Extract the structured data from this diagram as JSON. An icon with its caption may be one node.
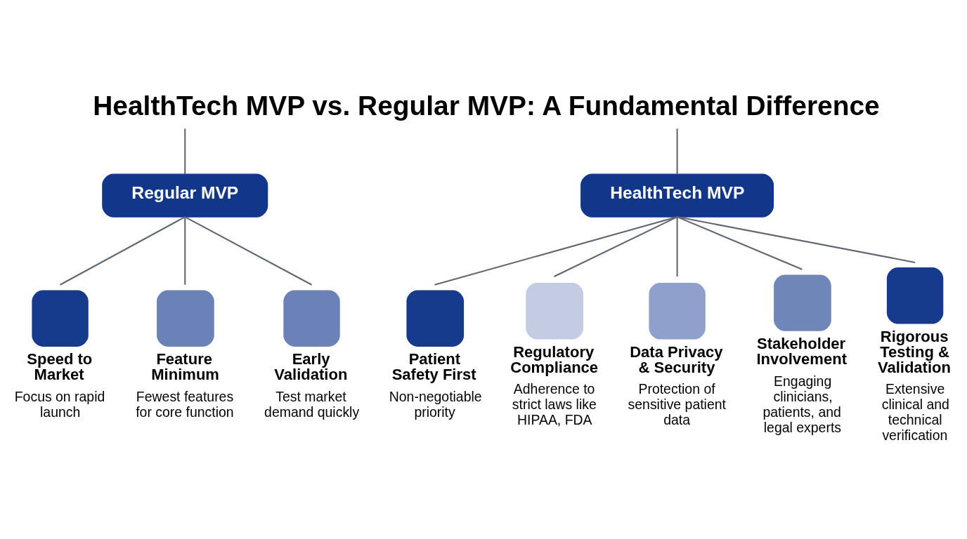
{
  "diagram": {
    "title": "HealthTech MVP vs. Regular MVP: A Fundamental Difference",
    "nodes": [
      {
        "text": [
          "Regular MVP"
        ]
      },
      {
        "text": [
          "HealthTech MVP"
        ]
      },
      {
        "text": [
          "Speed to Market",
          "Focus on rapid launch"
        ]
      },
      {
        "text": [
          "Feature Minimum",
          "Fewest features for core function"
        ]
      },
      {
        "text": [
          "Early Validation",
          "Test market demand quickly"
        ]
      },
      {
        "text": [
          "Patient Safety First",
          "Non-negotiable priority"
        ]
      },
      {
        "text": [
          "Regulatory Compliance",
          "Adherence to strict laws like HIPAA, FDA"
        ]
      },
      {
        "text": [
          "Data Privacy & Security",
          "Protection of sensitive patient data"
        ]
      },
      {
        "text": [
          "Stakeholder Involvement",
          "Engaging clinicians, patients, and legal experts"
        ]
      },
      {
        "text": [
          "Rigorous Testing & Validation",
          "Extensive clinical and technical verification"
        ]
      }
    ],
    "edges": [
      {
        "from": null,
        "to": 0,
        "arrow": "none"
      },
      {
        "from": null,
        "to": 1,
        "arrow": "none"
      },
      {
        "from": 0,
        "to": 2,
        "arrow": "none"
      },
      {
        "from": 0,
        "to": 3,
        "arrow": "none"
      },
      {
        "from": 0,
        "to": 4,
        "arrow": "none"
      },
      {
        "from": 1,
        "to": 5,
        "arrow": "none"
      },
      {
        "from": 1,
        "to": 6,
        "arrow": "none"
      },
      {
        "from": 1,
        "to": 7,
        "arrow": "none"
      },
      {
        "from": 1,
        "to": 8,
        "arrow": "none"
      },
      {
        "from": 1,
        "to": 9,
        "arrow": "none"
      }
    ]
  }
}
